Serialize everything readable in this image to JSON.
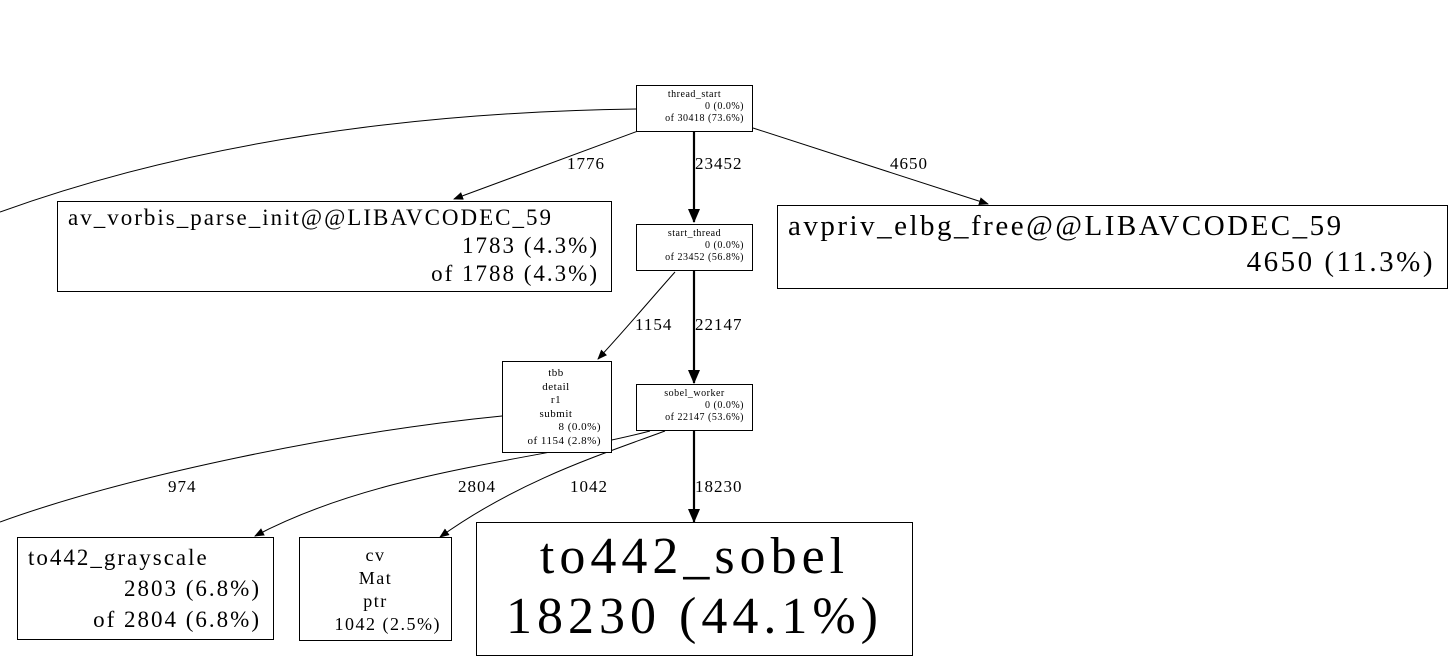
{
  "nodes": {
    "thread_start": {
      "name": "thread_start",
      "flat": "0 (0.0%)",
      "cum": "of 30418 (73.6%)"
    },
    "start_thread": {
      "name": "start_thread",
      "flat": "0 (0.0%)",
      "cum": "of 23452 (56.8%)"
    },
    "av_vorbis": {
      "name": "av_vorbis_parse_init@@LIBAVCODEC_59",
      "flat": "1783 (4.3%)",
      "cum": "of 1788 (4.3%)"
    },
    "avpriv_elbg": {
      "name": "avpriv_elbg_free@@LIBAVCODEC_59",
      "flat": "4650 (11.3%)"
    },
    "tbb_submit": {
      "name_lines": [
        "tbb",
        "detail",
        "r1",
        "submit"
      ],
      "flat": "8 (0.0%)",
      "cum": "of 1154 (2.8%)"
    },
    "sobel_worker": {
      "name": "sobel_worker",
      "flat": "0 (0.0%)",
      "cum": "of 22147 (53.6%)"
    },
    "to442_grayscale": {
      "name": "to442_grayscale",
      "flat": "2803 (6.8%)",
      "cum": "of 2804 (6.8%)"
    },
    "cv_mat_ptr": {
      "name_lines": [
        "cv",
        "Mat",
        "ptr"
      ],
      "flat": "1042 (2.5%)"
    },
    "to442_sobel": {
      "name": "to442_sobel",
      "flat": "18230 (44.1%)"
    }
  },
  "edges": {
    "ts_vorbis": "1776",
    "ts_start": "23452",
    "ts_elbg": "4650",
    "st_tbb": "1154",
    "st_worker": "22147",
    "tbb_offscreen": "974",
    "sw_gray": "2804",
    "sw_cv": "1042",
    "sw_sobel": "18230"
  }
}
